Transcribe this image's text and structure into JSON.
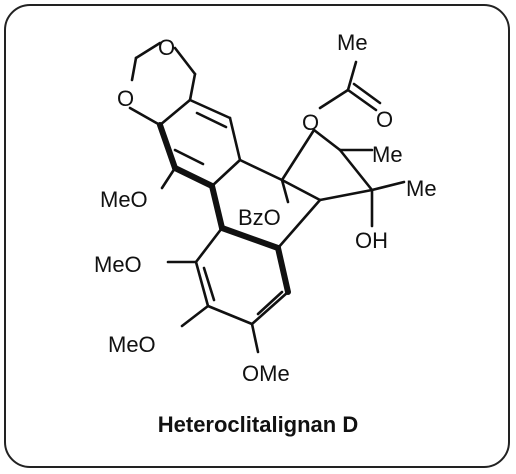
{
  "compound": {
    "name": "Heteroclitalignan D"
  },
  "labels": {
    "o_ring1": "O",
    "o_ring2": "O",
    "me_acetyl": "Me",
    "o_ester": "O",
    "o_carbonyl": "O",
    "me_1": "Me",
    "me_2": "Me",
    "meo_1": "MeO",
    "bzo": "BzO",
    "oh": "OH",
    "meo_2": "MeO",
    "meo_3": "MeO",
    "ome": "OMe"
  }
}
